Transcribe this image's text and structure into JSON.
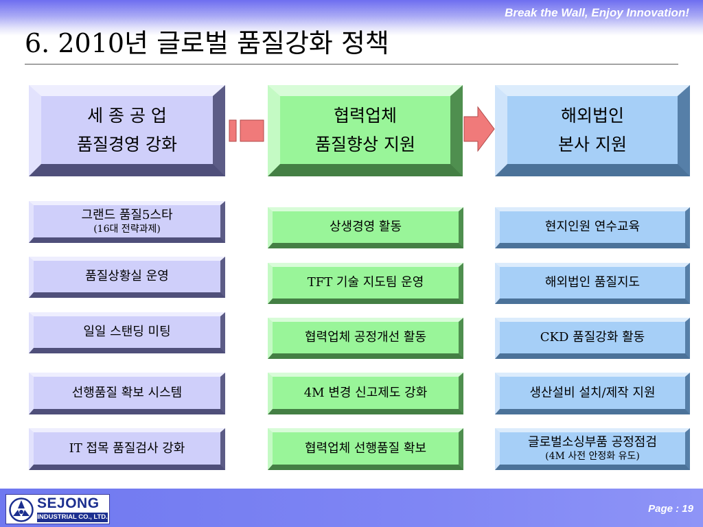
{
  "header": {
    "slogan": "Break the Wall, Enjoy Innovation!",
    "title": "6. 2010년 글로벌 품질강화 정책"
  },
  "columns": [
    {
      "heading_line1": "세 종 공 업",
      "heading_line2": "품질경영 강화",
      "items": [
        {
          "label": "그랜드 품질5스타",
          "sub": "(16대 전략과제)"
        },
        {
          "label": "품질상황실 운영"
        },
        {
          "label": "일일 스탠딩 미팅"
        },
        {
          "label": "선행품질 확보 시스템"
        },
        {
          "label": "IT 접목 품질검사 강화"
        }
      ]
    },
    {
      "heading_line1": "협력업체",
      "heading_line2": "품질향상 지원",
      "items": [
        {
          "label": "상생경영 활동"
        },
        {
          "label": "TFT 기술 지도팀 운영"
        },
        {
          "label": "협력업체 공정개선 활동"
        },
        {
          "label": "4M 변경 신고제도 강화"
        },
        {
          "label": "협력업체 선행품질 확보"
        }
      ]
    },
    {
      "heading_line1": "해외법인",
      "heading_line2": "본사 지원",
      "items": [
        {
          "label": "현지인원 연수교육"
        },
        {
          "label": "해외법인 품질지도"
        },
        {
          "label": "CKD 품질강화 활동"
        },
        {
          "label": "생산설비 설치/제작 지원"
        },
        {
          "label": "글로벌소싱부품 공정점검",
          "sub": "(4M 사전 안정화 유도)"
        }
      ]
    }
  ],
  "footer": {
    "logo_name": "SEJONG",
    "logo_sub": "INDUSTRIAL CO., LTD.",
    "page": "Page : 19"
  },
  "colors": {
    "purple_box": "#cfcffa",
    "green_box": "#99f599",
    "blue_box": "#a6cff7",
    "arrow": "#f07a7a",
    "band": "#7f86f4"
  },
  "icons": [
    "dashed-arrow-icon",
    "block-arrow-icon",
    "sejong-logo-icon"
  ]
}
